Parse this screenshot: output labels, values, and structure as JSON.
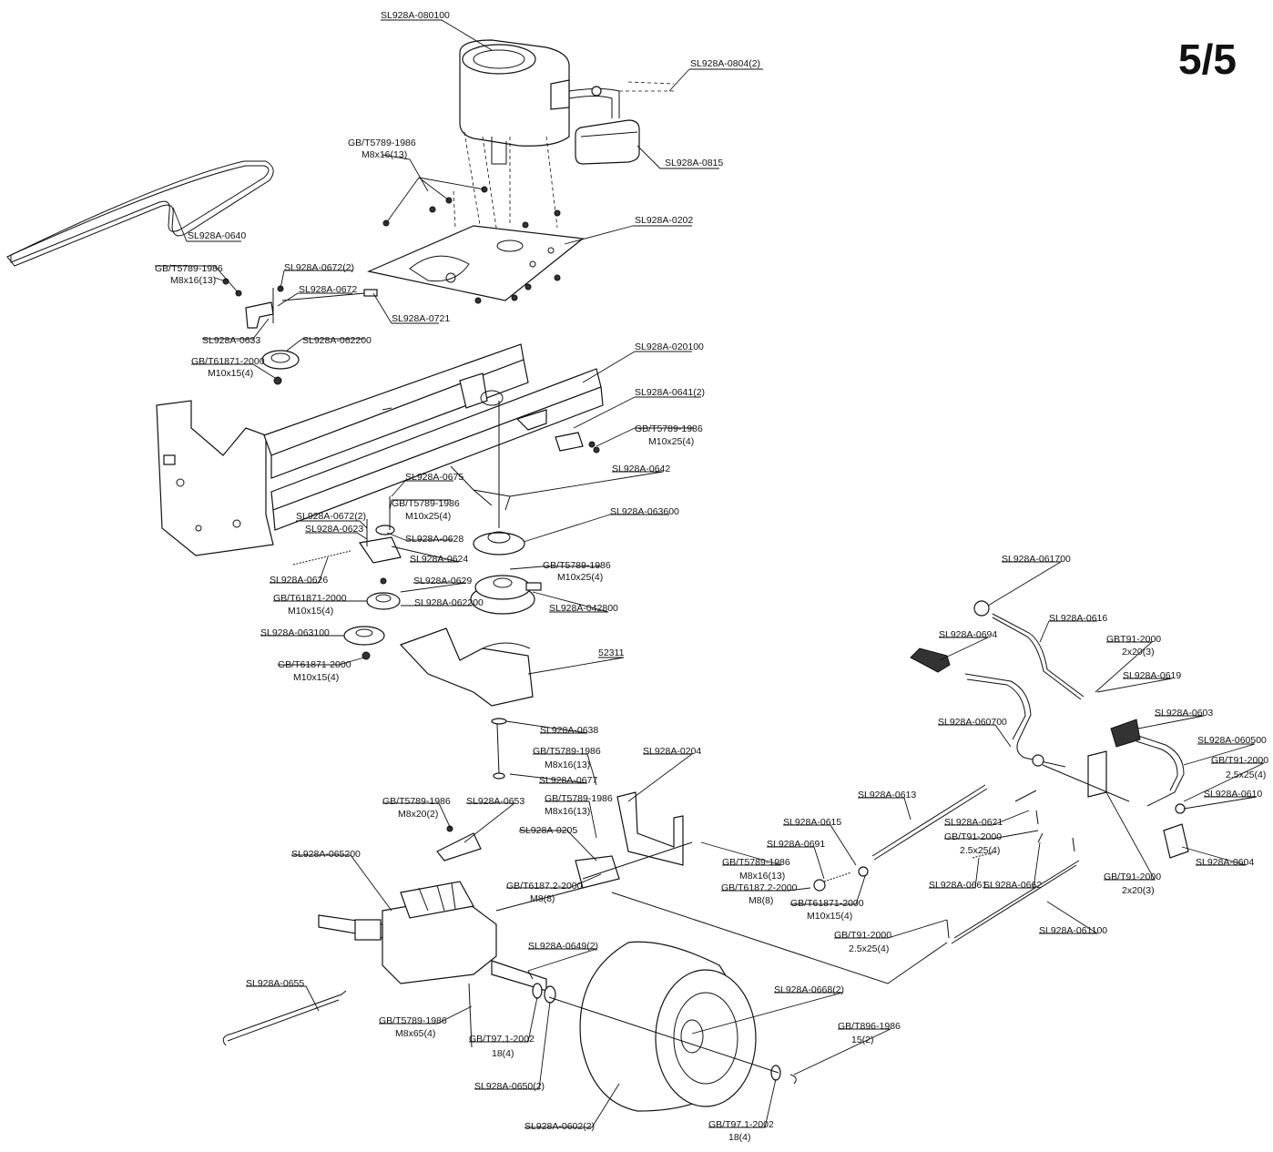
{
  "page_number": "5/5",
  "labels": [
    {
      "id": "l1",
      "text": "SL928A-080100"
    },
    {
      "id": "l2",
      "text": "SL928A-0804(2)"
    },
    {
      "id": "l3",
      "text": "SL928A-0815"
    },
    {
      "id": "l4",
      "text": "GB/T5789-1986"
    },
    {
      "id": "l5",
      "text": "M8x16(13)"
    },
    {
      "id": "l6",
      "text": "SL928A-0202"
    },
    {
      "id": "l7",
      "text": "SL928A-0640"
    },
    {
      "id": "l8",
      "text": "GB/T5789-1986"
    },
    {
      "id": "l9",
      "text": "M8x16(13)"
    },
    {
      "id": "l10",
      "text": "SL928A-0672(2)"
    },
    {
      "id": "l11",
      "text": "SL928A-0672"
    },
    {
      "id": "l12",
      "text": "SL928A-0721"
    },
    {
      "id": "l13",
      "text": "SL928A-0633"
    },
    {
      "id": "l14",
      "text": "SL928A-062200"
    },
    {
      "id": "l15",
      "text": "GB/T61871-2000"
    },
    {
      "id": "l16",
      "text": "M10x15(4)"
    },
    {
      "id": "l17",
      "text": "SL928A-020100"
    },
    {
      "id": "l18",
      "text": "SL928A-0641(2)"
    },
    {
      "id": "l19",
      "text": "GB/T5789-1986"
    },
    {
      "id": "l20",
      "text": "M10x25(4)"
    },
    {
      "id": "l21",
      "text": "SL928A-0642"
    },
    {
      "id": "l22",
      "text": "SL928A-0675"
    },
    {
      "id": "l23",
      "text": "GB/T5789-1986"
    },
    {
      "id": "l24",
      "text": "M10x25(4)"
    },
    {
      "id": "l25",
      "text": "SL928A-063600"
    },
    {
      "id": "l26",
      "text": "SL928A-0672(2)"
    },
    {
      "id": "l27",
      "text": "SL928A-0623"
    },
    {
      "id": "l28",
      "text": "SL928A-0628"
    },
    {
      "id": "l29",
      "text": "SL928A-0624"
    },
    {
      "id": "l30",
      "text": "GB/T5789-1986"
    },
    {
      "id": "l31",
      "text": "M10x25(4)"
    },
    {
      "id": "l32",
      "text": "SL928A-0626"
    },
    {
      "id": "l33",
      "text": "SL928A-0629"
    },
    {
      "id": "l34",
      "text": "GB/T61871-2000"
    },
    {
      "id": "l35",
      "text": "M10x15(4)"
    },
    {
      "id": "l36",
      "text": "SL928A-062200"
    },
    {
      "id": "l37",
      "text": "SL928A-042800"
    },
    {
      "id": "l38",
      "text": "SL928A-063100"
    },
    {
      "id": "l39",
      "text": "52311"
    },
    {
      "id": "l40",
      "text": "GB/T61871-2000"
    },
    {
      "id": "l41",
      "text": "M10x15(4)"
    },
    {
      "id": "l42",
      "text": "SL928A-061700"
    },
    {
      "id": "l43",
      "text": "SL928A-0616"
    },
    {
      "id": "l44",
      "text": "SL928A-0694"
    },
    {
      "id": "l45",
      "text": "GBT91-2000"
    },
    {
      "id": "l46",
      "text": "2x20(3)"
    },
    {
      "id": "l47",
      "text": "SL928A-0619"
    },
    {
      "id": "l48",
      "text": "SL928A-0603"
    },
    {
      "id": "l49",
      "text": "SL928A-060700"
    },
    {
      "id": "l50",
      "text": "SL928A-060500"
    },
    {
      "id": "l51",
      "text": "GB/T91-2000"
    },
    {
      "id": "l52",
      "text": "2.5x25(4)"
    },
    {
      "id": "l53",
      "text": "SL928A-0610"
    },
    {
      "id": "l54",
      "text": "SL928A-0638"
    },
    {
      "id": "l55",
      "text": "GB/T5789-1986"
    },
    {
      "id": "l56",
      "text": "M8x16(13)"
    },
    {
      "id": "l57",
      "text": "SL928A-0677"
    },
    {
      "id": "l58",
      "text": "SL928A-0204"
    },
    {
      "id": "l59",
      "text": "GB/T5789-1986"
    },
    {
      "id": "l60",
      "text": "M8x20(2)"
    },
    {
      "id": "l61",
      "text": "SL928A-0653"
    },
    {
      "id": "l62",
      "text": "GB/T5789-1986"
    },
    {
      "id": "l63",
      "text": "M8x16(13)"
    },
    {
      "id": "l64",
      "text": "SL928A-0613"
    },
    {
      "id": "l65",
      "text": "SL928A-0205"
    },
    {
      "id": "l66",
      "text": "SL928A-0615"
    },
    {
      "id": "l67",
      "text": "SL928A-0621"
    },
    {
      "id": "l68",
      "text": "GB/T91-2000"
    },
    {
      "id": "l69",
      "text": "2.5x25(4)"
    },
    {
      "id": "l70",
      "text": "SL928A-065200"
    },
    {
      "id": "l71",
      "text": "SL928A-0691"
    },
    {
      "id": "l72",
      "text": "GB/T5789-1986"
    },
    {
      "id": "l73",
      "text": "M8x16(13)"
    },
    {
      "id": "l74",
      "text": "GB/T6187.2-2000"
    },
    {
      "id": "l75",
      "text": "M8(8)"
    },
    {
      "id": "l76",
      "text": "SL928A-0661"
    },
    {
      "id": "l77",
      "text": "SL928A-0662"
    },
    {
      "id": "l78",
      "text": "SL928A-0604"
    },
    {
      "id": "l79",
      "text": "GB/T91-2000"
    },
    {
      "id": "l80",
      "text": "2x20(3)"
    },
    {
      "id": "l81",
      "text": "GB/T6187.2-2000"
    },
    {
      "id": "l82",
      "text": "M8(8)"
    },
    {
      "id": "l83",
      "text": "GB/T61871-2000"
    },
    {
      "id": "l84",
      "text": "M10x15(4)"
    },
    {
      "id": "l85",
      "text": "GB/T91-2000"
    },
    {
      "id": "l86",
      "text": "2.5x25(4)"
    },
    {
      "id": "l87",
      "text": "SL928A-061100"
    },
    {
      "id": "l88",
      "text": "SL928A-0649(2)"
    },
    {
      "id": "l89",
      "text": "SL928A-0655"
    },
    {
      "id": "l90",
      "text": "SL928A-0668(2)"
    },
    {
      "id": "l91",
      "text": "GB/T5789-1986"
    },
    {
      "id": "l92",
      "text": "M8x65(4)"
    },
    {
      "id": "l93",
      "text": "GB/T97.1-2002"
    },
    {
      "id": "l94",
      "text": "18(4)"
    },
    {
      "id": "l95",
      "text": "GB/T896-1986"
    },
    {
      "id": "l96",
      "text": "15(2)"
    },
    {
      "id": "l97",
      "text": "SL928A-0650(2)"
    },
    {
      "id": "l98",
      "text": "SL928A-0602(2)"
    },
    {
      "id": "l99",
      "text": "GB/T97.1-2002"
    },
    {
      "id": "l100",
      "text": "18(4)"
    }
  ]
}
